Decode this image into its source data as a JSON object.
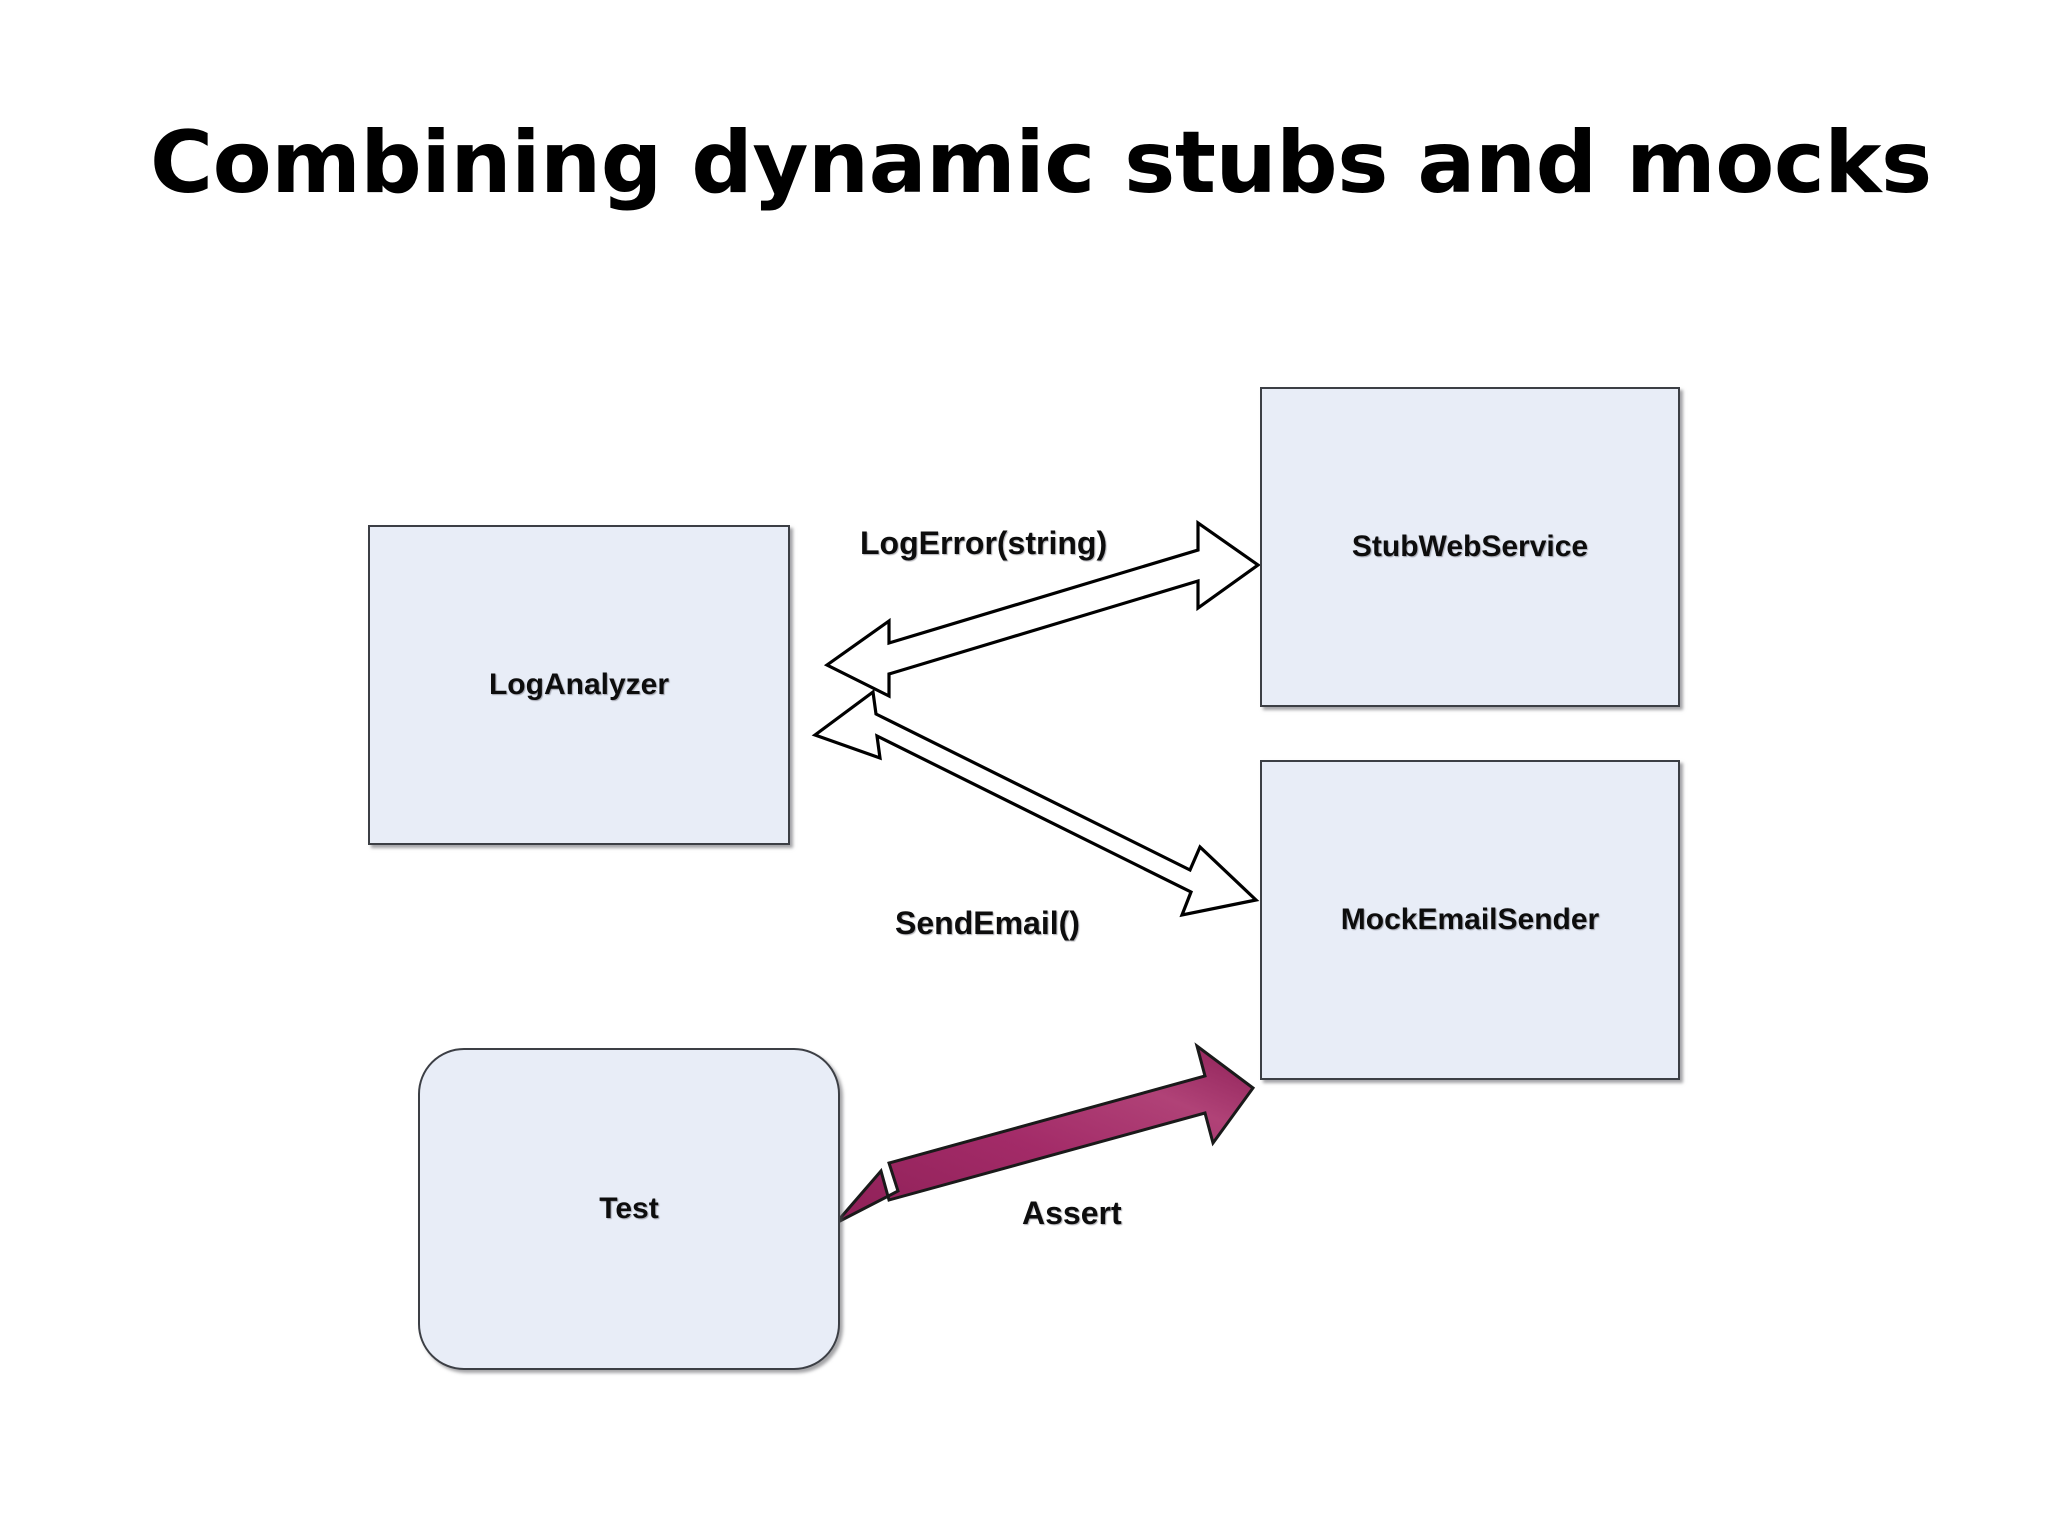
{
  "slide": {
    "title": "Combining dynamic stubs and mocks",
    "background_color": "#FFFFFF"
  },
  "diagram": {
    "type": "class-collaboration-diagram",
    "node_fill_color": "#E8EDF7",
    "node_border_color": "#3C3F45",
    "hollow_arrow_color": "#FFFFFF",
    "hollow_arrow_stroke": "#000000",
    "assert_arrow_color": "#A32B68",
    "nodes": [
      {
        "id": "loganalyzer",
        "label": "LogAnalyzer",
        "shape": "rectangle"
      },
      {
        "id": "stubwebservice",
        "label": "StubWebService",
        "shape": "rectangle"
      },
      {
        "id": "mockemailsender",
        "label": "MockEmailSender",
        "shape": "rectangle"
      },
      {
        "id": "test",
        "label": "Test",
        "shape": "rounded-rectangle"
      }
    ],
    "edges": [
      {
        "id": "logerror",
        "label": "LogError(string)",
        "from": "loganalyzer",
        "to": "stubwebservice",
        "style": "double-headed-hollow-block-arrow"
      },
      {
        "id": "sendemail",
        "label": "SendEmail()",
        "from": "loganalyzer",
        "to": "mockemailsender",
        "style": "double-headed-hollow-block-arrow"
      },
      {
        "id": "assert",
        "label": "Assert",
        "from": "test",
        "to": "mockemailsender",
        "style": "double-headed-filled-block-arrow"
      }
    ]
  }
}
